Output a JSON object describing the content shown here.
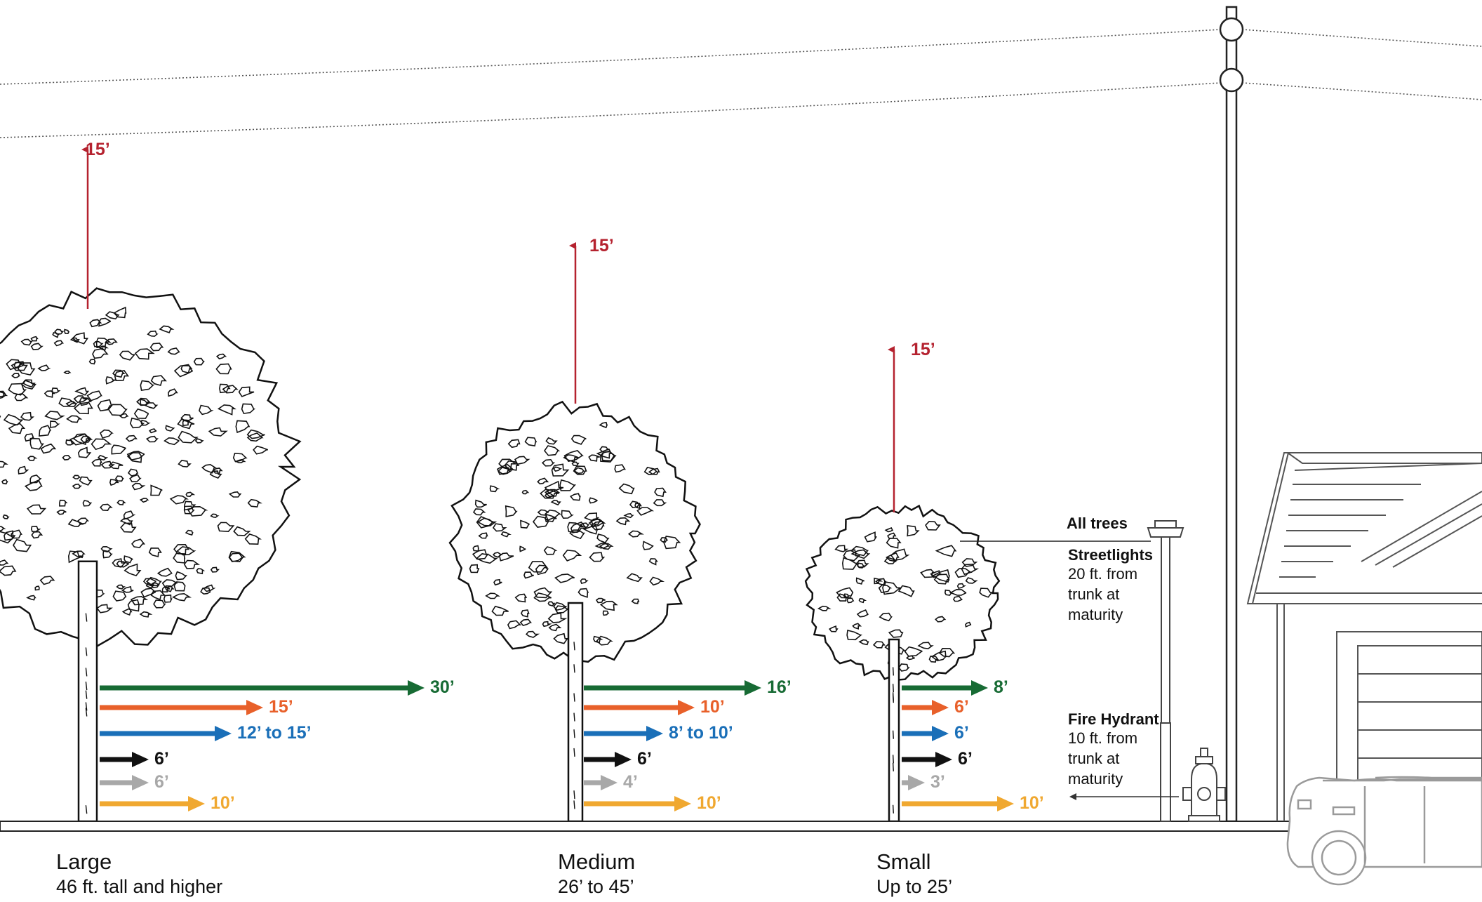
{
  "colors": {
    "red": "#b5222f",
    "green": "#176b34",
    "orange": "#e8602a",
    "blue": "#1a6fb8",
    "black": "#111111",
    "gray": "#a8a8a8",
    "yellow": "#f0a830"
  },
  "trees": [
    {
      "title": "Large",
      "subtitle": "46 ft. tall and higher",
      "vertical": "15’",
      "offsets": [
        {
          "label": "30’",
          "color": "green"
        },
        {
          "label": "15’",
          "color": "orange"
        },
        {
          "label": "12’ to 15’",
          "color": "blue"
        },
        {
          "label": "6’",
          "color": "black"
        },
        {
          "label": "6’",
          "color": "gray"
        },
        {
          "label": "10’",
          "color": "yellow"
        }
      ]
    },
    {
      "title": "Medium",
      "subtitle": "26’ to 45’",
      "vertical": "15’",
      "offsets": [
        {
          "label": "16’",
          "color": "green"
        },
        {
          "label": "10’",
          "color": "orange"
        },
        {
          "label": "8’ to 10’",
          "color": "blue"
        },
        {
          "label": "6’",
          "color": "black"
        },
        {
          "label": "4’",
          "color": "gray"
        },
        {
          "label": "10’",
          "color": "yellow"
        }
      ]
    },
    {
      "title": "Small",
      "subtitle": "Up to 25’",
      "vertical": "15’",
      "offsets": [
        {
          "label": "8’",
          "color": "green"
        },
        {
          "label": "6’",
          "color": "orange"
        },
        {
          "label": "6’",
          "color": "blue"
        },
        {
          "label": "6’",
          "color": "black"
        },
        {
          "label": "3’",
          "color": "gray"
        },
        {
          "label": "10’",
          "color": "yellow"
        }
      ]
    }
  ],
  "notes": {
    "all_trees": "All trees",
    "streetlights_title": "Streetlights",
    "streetlights_text": "20 ft. from trunk at maturity",
    "hydrant_title": "Fire Hydrant",
    "hydrant_text": "10 ft. from trunk at maturity"
  }
}
